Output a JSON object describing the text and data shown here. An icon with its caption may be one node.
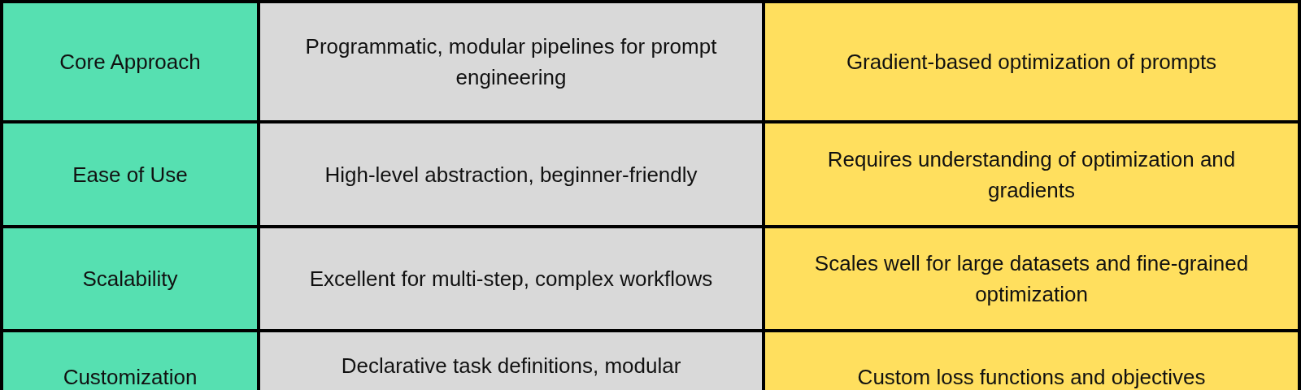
{
  "diagram": {
    "labels": [
      "Core Approach",
      "Programmatic, modular pipelines for prompt engineering",
      "Gradient-based optimization of prompts",
      "Ease of Use",
      "High-level abstraction, beginner-friendly",
      "Requires understanding of optimization and gradients",
      "Scalability",
      "Excellent for multi-step, complex workflows",
      "Scales well for large datasets and fine-grained optimization",
      "Customization",
      "Declarative task definitions, modular",
      "Custom loss functions and objectives"
    ]
  }
}
